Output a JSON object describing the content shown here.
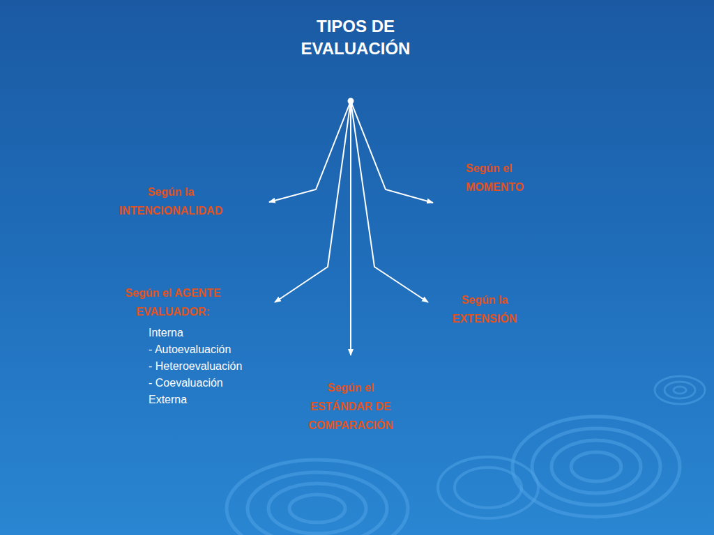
{
  "diagram": {
    "title": "TIPOS DE EVALUACIÓN",
    "nodes": [
      {
        "text": [
          "Según el MOMENTO"
        ]
      },
      {
        "text": [
          "Según la INTENCIONALIDAD"
        ]
      },
      {
        "text": [
          "Según el AGENTE EVALUADOR:",
          "Interna",
          "- Autoevaluación",
          "- Heteroevaluación",
          "- Coevaluación",
          "Externa"
        ]
      },
      {
        "text": [
          "Según la EXTENSIÓN"
        ]
      },
      {
        "text": [
          "Según el ESTÁNDAR DE COMPARACIÓN"
        ]
      }
    ]
  }
}
